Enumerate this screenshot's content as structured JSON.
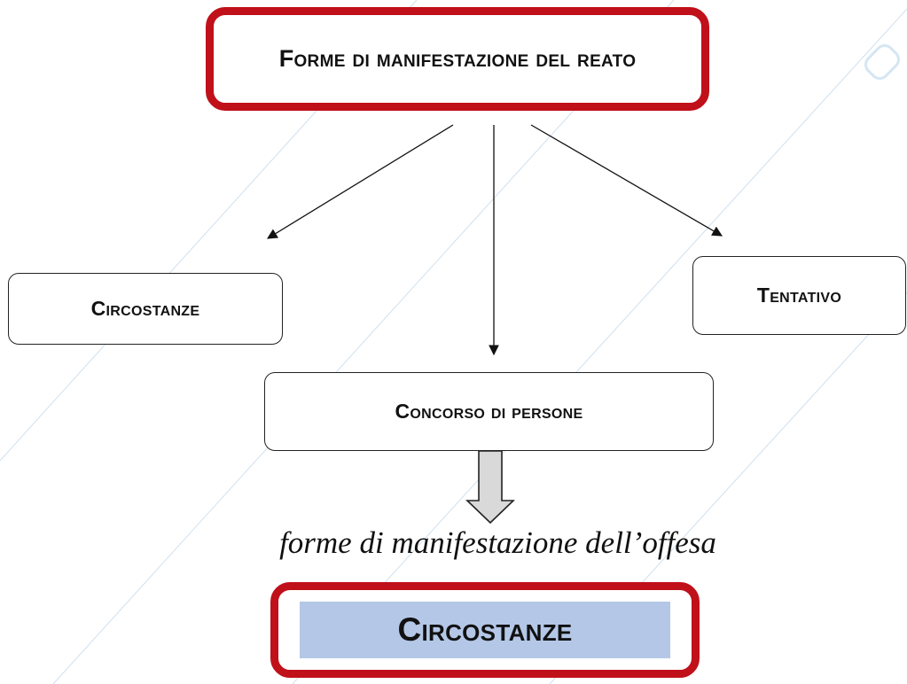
{
  "diagram": {
    "title": "Forme di manifestazione del reato",
    "branches": [
      "Circostanze",
      "Tentativo",
      "Concorso di persone"
    ],
    "caption": "forme di manifestazione dell’offesa",
    "highlight": "Circostanze"
  },
  "colors": {
    "accent_border": "#c0101a",
    "highlight_fill": "#b4c7e7",
    "watermark": "#cfe0ef"
  },
  "icons": [
    "watermark-logo-icon",
    "block-arrow-down-icon"
  ]
}
